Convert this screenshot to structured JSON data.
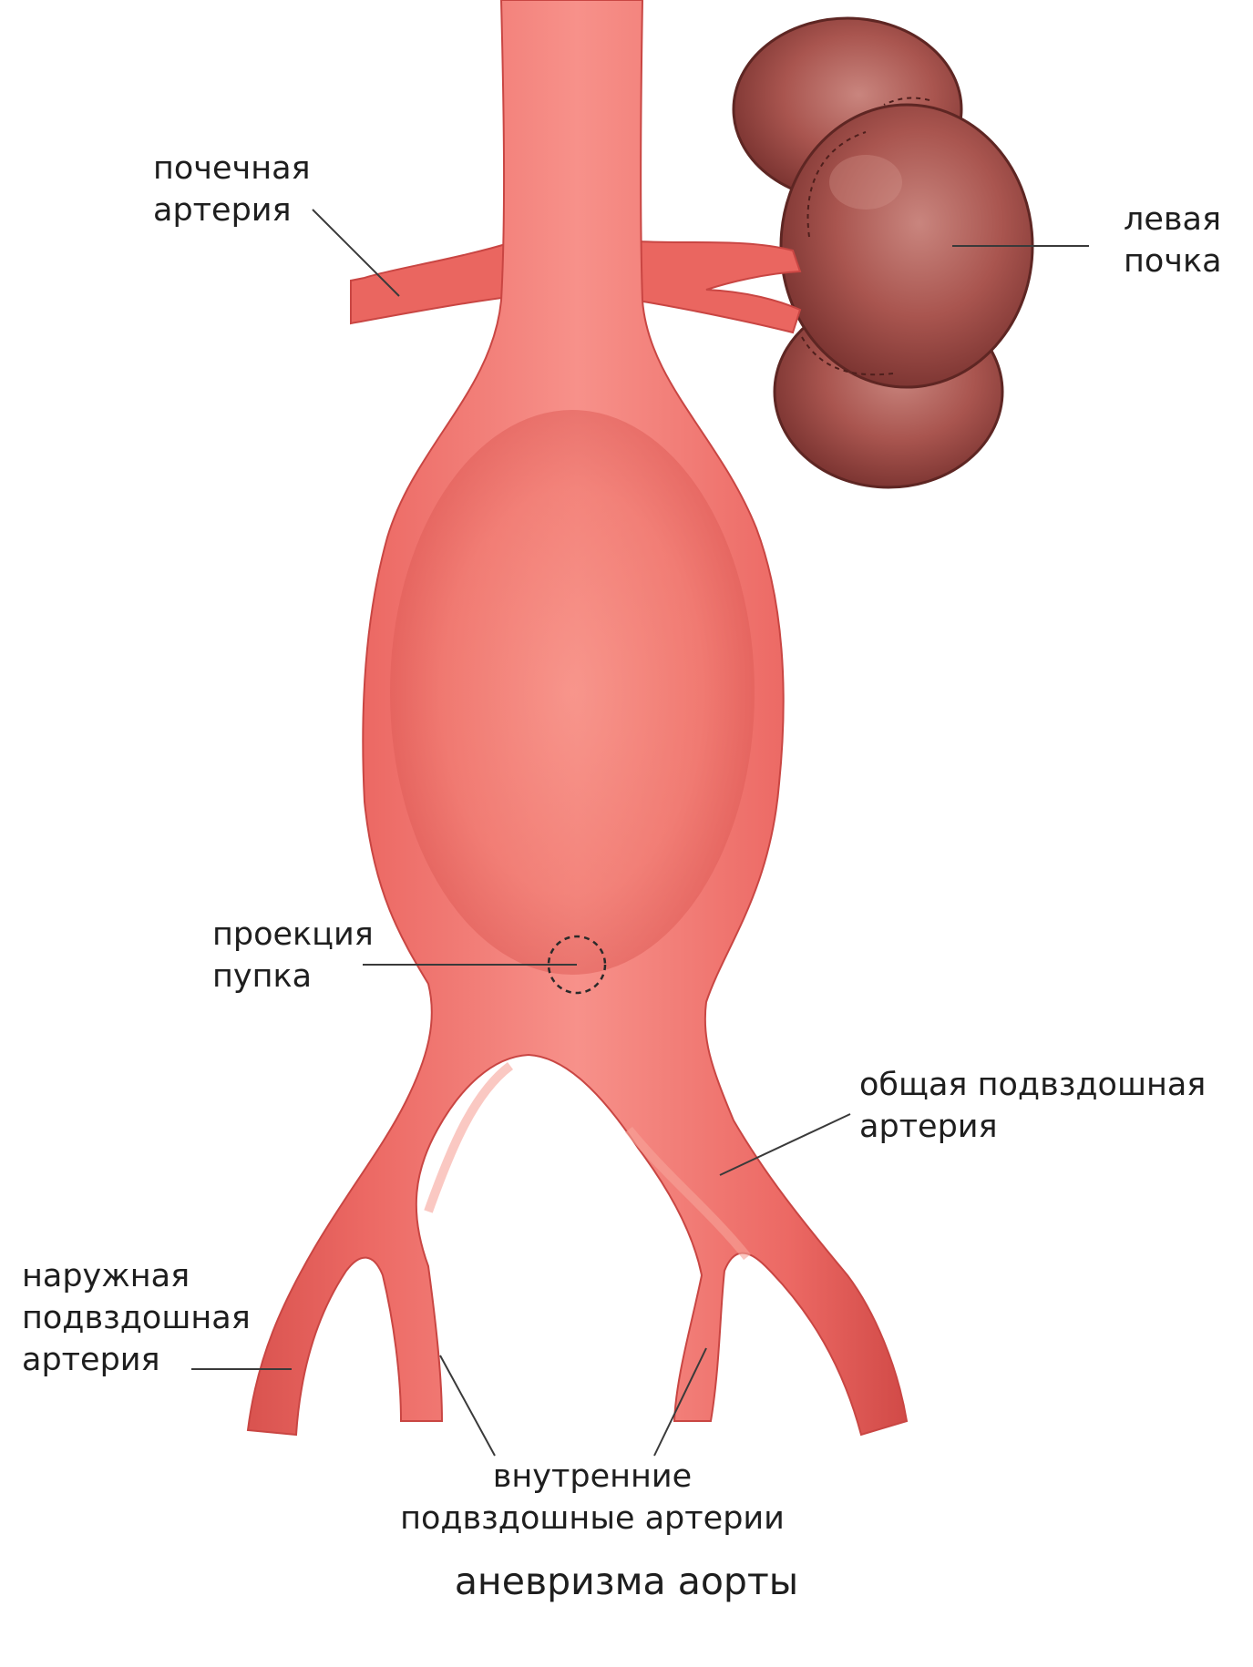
{
  "labels": {
    "renal_artery": [
      "почечная",
      "артерия"
    ],
    "left_kidney": [
      "левая",
      "почка"
    ],
    "navel_projection": [
      "проекция",
      "пупка"
    ],
    "common_iliac": [
      "общая подвздошная",
      "артерия"
    ],
    "external_iliac": [
      "наружная",
      "подвздошная",
      "артерия"
    ],
    "internal_iliac": [
      "внутренние",
      "подвздошные артерии"
    ]
  },
  "caption": "аневризма аорты",
  "colors": {
    "vessel": "#ef6f6a",
    "vessel_highlight": "#f79484",
    "vessel_edge": "#cf4a49",
    "kidney": "#a9554f",
    "kidney_dark": "#7e3632",
    "kidney_light": "#c7817a",
    "leader_line": "#3a3a3a",
    "text": "#1e1e1e"
  }
}
